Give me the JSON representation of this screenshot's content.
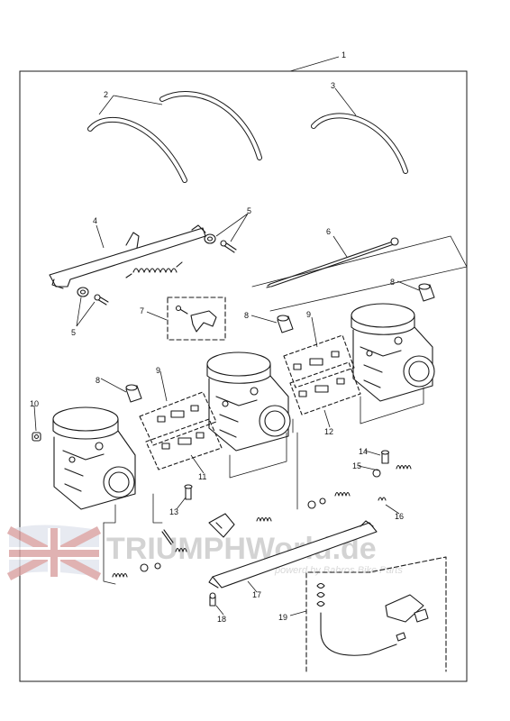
{
  "callouts": [
    "1",
    "2",
    "3",
    "4",
    "5",
    "5",
    "6",
    "7",
    "8",
    "8",
    "8",
    "9",
    "9",
    "10",
    "11",
    "12",
    "13",
    "14",
    "15",
    "16",
    "17",
    "18",
    "19"
  ],
  "watermark": {
    "brand": "TRIUMPHWorld.de",
    "tagline": "powerd by Bahros Bike Parts"
  },
  "colors": {
    "line": "#1a1a1a",
    "watermark": "#c9c9c9",
    "flag_red": "#d9a0a0",
    "flag_blue": "#a9b3cf"
  }
}
